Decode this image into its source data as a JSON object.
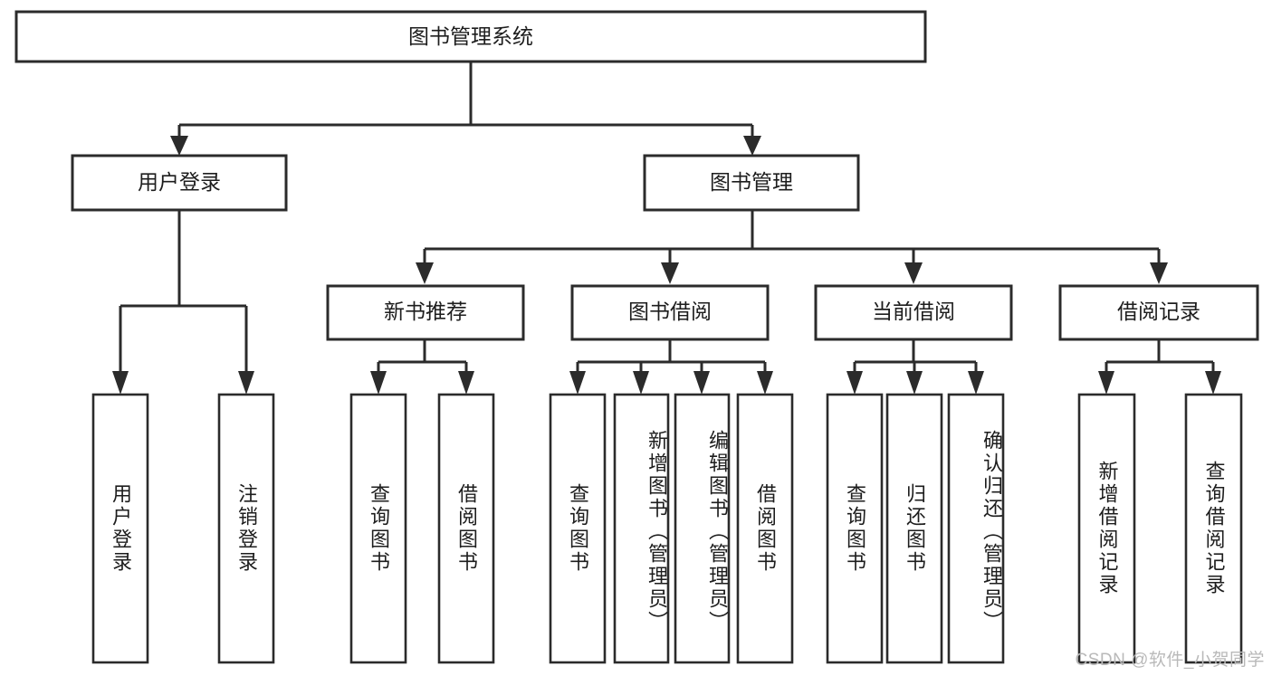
{
  "diagram": {
    "type": "tree-hierarchy",
    "root": {
      "label": "图书管理系统"
    },
    "level2": [
      {
        "label": "用户登录"
      },
      {
        "label": "图书管理"
      }
    ],
    "level3": [
      {
        "label": "新书推荐"
      },
      {
        "label": "图书借阅"
      },
      {
        "label": "当前借阅"
      },
      {
        "label": "借阅记录"
      }
    ],
    "leaves": [
      {
        "label": "用户登录",
        "parent": "用户登录"
      },
      {
        "label": "注销登录",
        "parent": "用户登录"
      },
      {
        "label": "查询图书",
        "parent": "新书推荐"
      },
      {
        "label": "借阅图书",
        "parent": "新书推荐"
      },
      {
        "label": "查询图书",
        "parent": "图书借阅"
      },
      {
        "label": "新增图书（管理员）",
        "parent": "图书借阅"
      },
      {
        "label": "编辑图书（管理员）",
        "parent": "图书借阅"
      },
      {
        "label": "借阅图书",
        "parent": "图书借阅"
      },
      {
        "label": "查询图书",
        "parent": "当前借阅"
      },
      {
        "label": "归还图书",
        "parent": "当前借阅"
      },
      {
        "label": "确认归还（管理员）",
        "parent": "当前借阅"
      },
      {
        "label": "新增借阅记录",
        "parent": "借阅记录"
      },
      {
        "label": "查询借阅记录",
        "parent": "借阅记录"
      }
    ],
    "watermark": "CSDN @软件_小贺同学",
    "colors": {
      "stroke": "#2b2b2b",
      "fill": "#ffffff",
      "text": "#1d1d1d",
      "watermark": "#b9b9b9"
    }
  }
}
